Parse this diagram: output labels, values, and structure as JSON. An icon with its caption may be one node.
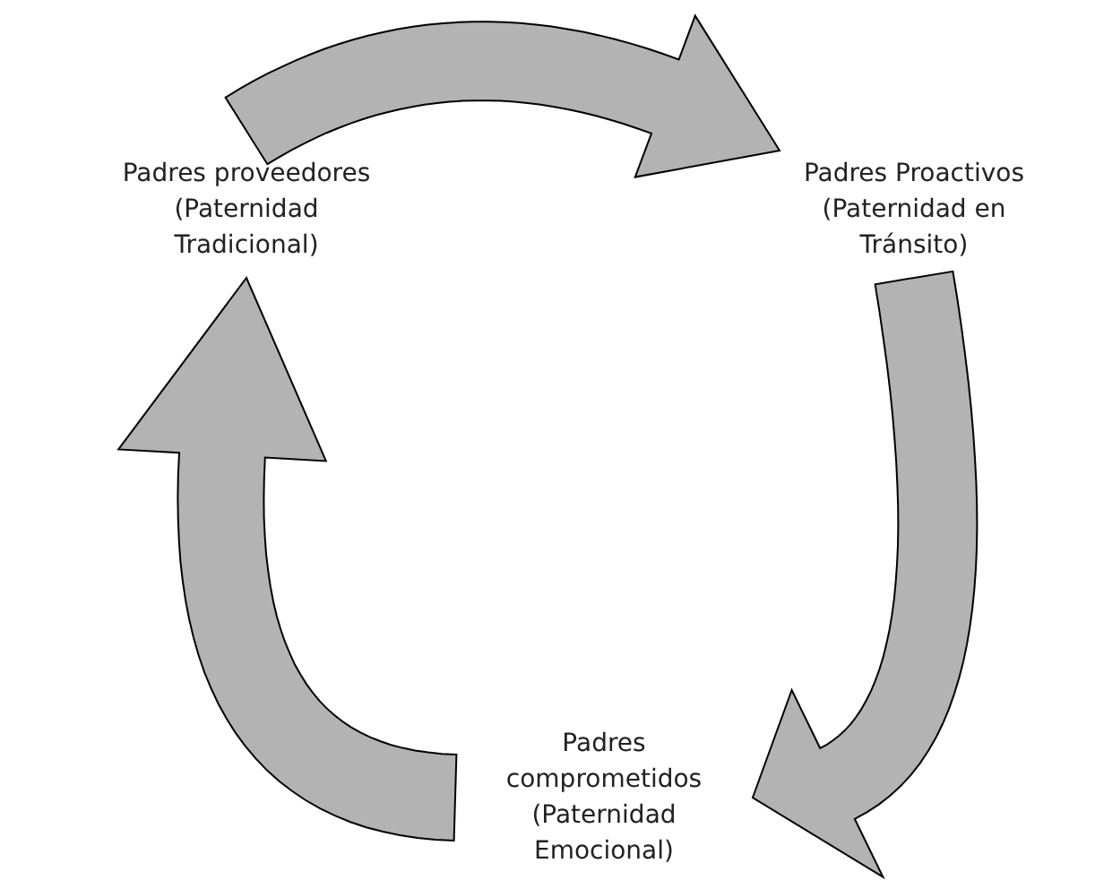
{
  "diagram": {
    "nodes": [
      {
        "text": [
          "Padres proveedores (Paternidad Tradicional)"
        ]
      },
      {
        "text": [
          "Padres Proactivos (Paternidad en Tránsito)"
        ]
      },
      {
        "text": [
          "Padres comprometidos (Paternidad Emocional)"
        ]
      }
    ],
    "edges": [
      {
        "from": 0,
        "to": 1,
        "arrow": "to"
      },
      {
        "from": 1,
        "to": 2,
        "arrow": "to"
      },
      {
        "from": 2,
        "to": 0,
        "arrow": "to"
      }
    ]
  }
}
